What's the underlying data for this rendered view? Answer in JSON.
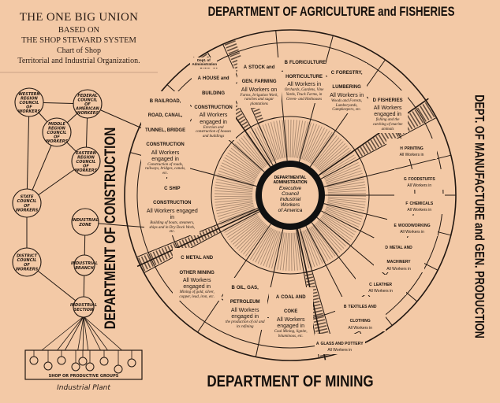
{
  "header": {
    "title": "THE ONE BIG UNION",
    "line2": "BASED ON",
    "line3": "THE SHOP STEWARD SYSTEM",
    "line4": "Chart of Shop",
    "line5": "Territorial and Industrial Organization."
  },
  "org_chart": {
    "nodes": {
      "western": [
        "WESTERN",
        "REGION",
        "COUNCIL",
        "OF",
        "WORKERS"
      ],
      "federal": [
        "FEDERAL",
        "COUNCIL",
        "OF",
        "AMERICAN",
        "WORKERS"
      ],
      "middle": [
        "MIDDLE",
        "REGION",
        "COUNCIL",
        "OF",
        "WORKERS"
      ],
      "eastern": [
        "EASTERN",
        "REGION",
        "COUNCIL",
        "OF",
        "WORKERS"
      ],
      "state": [
        "STATE",
        "COUNCIL",
        "OF",
        "WORKERS"
      ],
      "zone": [
        "INDUSTRIAL",
        "ZONE"
      ],
      "district": [
        "DISTRICT",
        "COUNCIL",
        "OF",
        "WORKERS"
      ],
      "branch": [
        "INDUSTRIAL",
        "BRANCH"
      ],
      "section": [
        "INDUSTRIAL",
        "SECTION"
      ]
    },
    "shop_label": "SHOP OR PRODUCTIVE GROUPS",
    "plant_label": "Industrial Plant"
  },
  "wheel": {
    "hub_ring": "DEPARTMENTAL ADMINISTRATION",
    "hub_lines": [
      "Executive",
      "Council",
      "Industrial",
      "Workers",
      "of America"
    ],
    "departments": {
      "agriculture": "DEPARTMENT OF AGRICULTURE and FISHERIES",
      "manufacture": "DEPT. OF MANUFACTURE and GEN. PRODUCTION",
      "mining": "DEPARTMENT OF MINING",
      "construction": "DEPARTMENT OF CONSTRUCTION"
    },
    "admin_label": "Dept. of Administration",
    "sectors": [
      {
        "letter": "A",
        "name": "STOCK and GEN. FARMING",
        "workers": "All Workers on",
        "desc": "Farms, Irrigation Work, ranches and sugar plantations"
      },
      {
        "letter": "B",
        "name": "FLORICULTURE HORTICULTURE",
        "workers": "All Workers in",
        "desc": "Orchards, Gardens, Vine Yards, Truck Farms, in Green- and Hothouses"
      },
      {
        "letter": "C",
        "name": "FORESTRY, LUMBERING",
        "workers": "All Workers in",
        "desc": "Woods and Forests, Lumberyards, Campkeepers, etc."
      },
      {
        "letter": "D",
        "name": "FISHERIES",
        "workers": "All Workers engaged in",
        "desc": "fishing and the catching of marine animals"
      },
      {
        "letter": "H",
        "name": "PRINTING",
        "workers": "All Workers in",
        "desc": ""
      },
      {
        "letter": "G",
        "name": "FOODSTUFFS",
        "workers": "All Workers in",
        "desc": ""
      },
      {
        "letter": "F",
        "name": "CHEMICALS",
        "workers": "All Workers in",
        "desc": ""
      },
      {
        "letter": "E",
        "name": "WOODWORKING",
        "workers": "All Workers in",
        "desc": ""
      },
      {
        "letter": "D",
        "name": "METAL AND MACHINERY",
        "workers": "All Workers in",
        "desc": ""
      },
      {
        "letter": "C",
        "name": "LEATHER",
        "workers": "All Workers in",
        "desc": ""
      },
      {
        "letter": "B",
        "name": "TEXTILES AND CLOTHING",
        "workers": "All Workers in",
        "desc": ""
      },
      {
        "letter": "A",
        "name": "GLASS AND POTTERY",
        "workers": "All Workers in",
        "desc": ""
      },
      {
        "letter": "A",
        "name": "COAL AND COKE",
        "workers": "All Workers engaged in",
        "desc": "Coal Mining, lignite, bituminous, etc."
      },
      {
        "letter": "B",
        "name": "OIL, GAS, PETROLEUM",
        "workers": "All Workers engaged in",
        "desc": "the production of oil and its refining"
      },
      {
        "letter": "C",
        "name": "METAL AND OTHER MINING",
        "workers": "All Workers engaged in",
        "desc": "Mining of gold, silver, copper, lead, iron, etc."
      },
      {
        "letter": "C",
        "name": "SHIP CONSTRUCTION",
        "workers": "All Workers engaged in",
        "desc": "Building of boats, steamers, ships and in Dry Dock Work, etc."
      },
      {
        "letter": "B",
        "name": "RAILROAD, ROAD, CANAL, TUNNEL, BRIDGE CONSTRUCTION",
        "workers": "All Workers engaged in",
        "desc": "Construction of roads, railways, bridges, canals, etc."
      },
      {
        "letter": "A",
        "name": "HOUSE and BUILDING CONSTRUCTION",
        "workers": "All Workers engaged in",
        "desc": "Erection and construction of houses and buildings"
      }
    ]
  },
  "colors": {
    "paper": "#f3c9a6",
    "ink": "#1b130e"
  }
}
